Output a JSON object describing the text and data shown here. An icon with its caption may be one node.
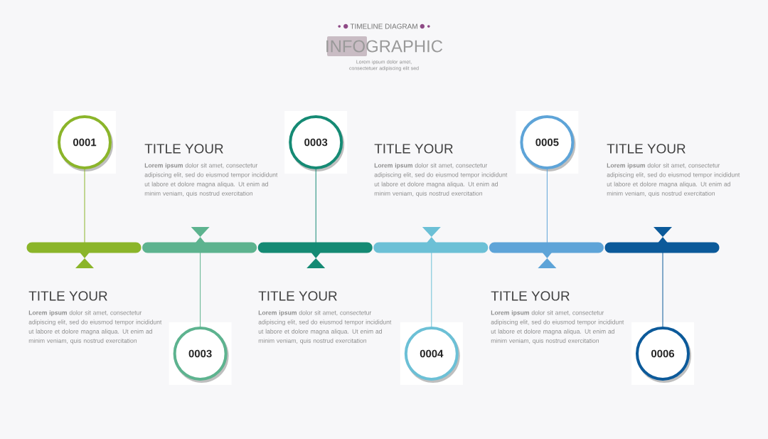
{
  "diagram": {
    "title": "INFOGRAPHIC",
    "nodes": [
      {
        "text": [
          "0001"
        ]
      },
      {
        "text": [
          "0003"
        ]
      },
      {
        "text": [
          "0003"
        ]
      },
      {
        "text": [
          "0004"
        ]
      },
      {
        "text": [
          "0005"
        ]
      },
      {
        "text": [
          "0006"
        ]
      },
      {
        "text": [],
        "shape": "bar"
      },
      {
        "text": [],
        "shape": "bar"
      },
      {
        "text": [],
        "shape": "bar"
      },
      {
        "text": [],
        "shape": "bar"
      },
      {
        "text": [],
        "shape": "bar"
      },
      {
        "text": [],
        "shape": "bar"
      }
    ],
    "edges": [
      {
        "from": 0,
        "to": 6,
        "arrow": "none",
        "color": "#8bb52a"
      },
      {
        "from": 1,
        "to": 7,
        "arrow": "none",
        "color": "#5db38f"
      },
      {
        "from": 2,
        "to": 8,
        "arrow": "none",
        "color": "#158a74"
      },
      {
        "from": 3,
        "to": 9,
        "arrow": "none",
        "color": "#6cc0d6"
      },
      {
        "from": 4,
        "to": 10,
        "arrow": "none",
        "color": "#5ea4d8"
      },
      {
        "from": 5,
        "to": 11,
        "arrow": "none",
        "color": "#0c5a9a"
      }
    ],
    "labels": [
      "TIMELINE DIAGRAM",
      "Lorem ipsum dolor amet, consectetuer adipiscing elit sed",
      "TITLE YOUR",
      "**Lorem ipsum** dolor sit amet, consectetur adipiscing elit, sed do eiusmod tempor incididunt ut labore et dolore magna aliqua. Ut enim ad minim veniam, quis nostrud exercitation",
      "TITLE YOUR",
      "**Lorem ipsum** dolor sit amet, consectetur adipiscing elit, sed do eiusmod tempor incididunt ut labore et dolore magna aliqua. Ut enim ad minim veniam, quis nostrud exercitation",
      "TITLE YOUR",
      "**Lorem ipsum** dolor sit amet, consectetur adipiscing elit, sed do eiusmod tempor incididunt ut labore et dolore magna aliqua. Ut enim ad minim veniam, quis nostrud exercitation",
      "TITLE YOUR",
      "**Lorem ipsum** dolor sit amet, consectetur adipiscing elit, sed do eiusmod tempor incididunt ut labore et dolore magna aliqua. Ut enim ad minim veniam, quis nostrud exercitation",
      "TITLE YOUR",
      "**Lorem ipsum** dolor sit amet, consectetur adipiscing elit, sed do eiusmod tempor incididunt ut labore et dolore magna aliqua. Ut enim ad minim veniam, quis nostrud exercitation",
      "TITLE YOUR",
      "**Lorem ipsum** dolor sit amet, consectetur adipiscing elit, sed do eiusmod tempor incididunt ut labore et dolore magna aliqua. Ut enim ad minim veniam, quis nostrud exercitation"
    ]
  }
}
